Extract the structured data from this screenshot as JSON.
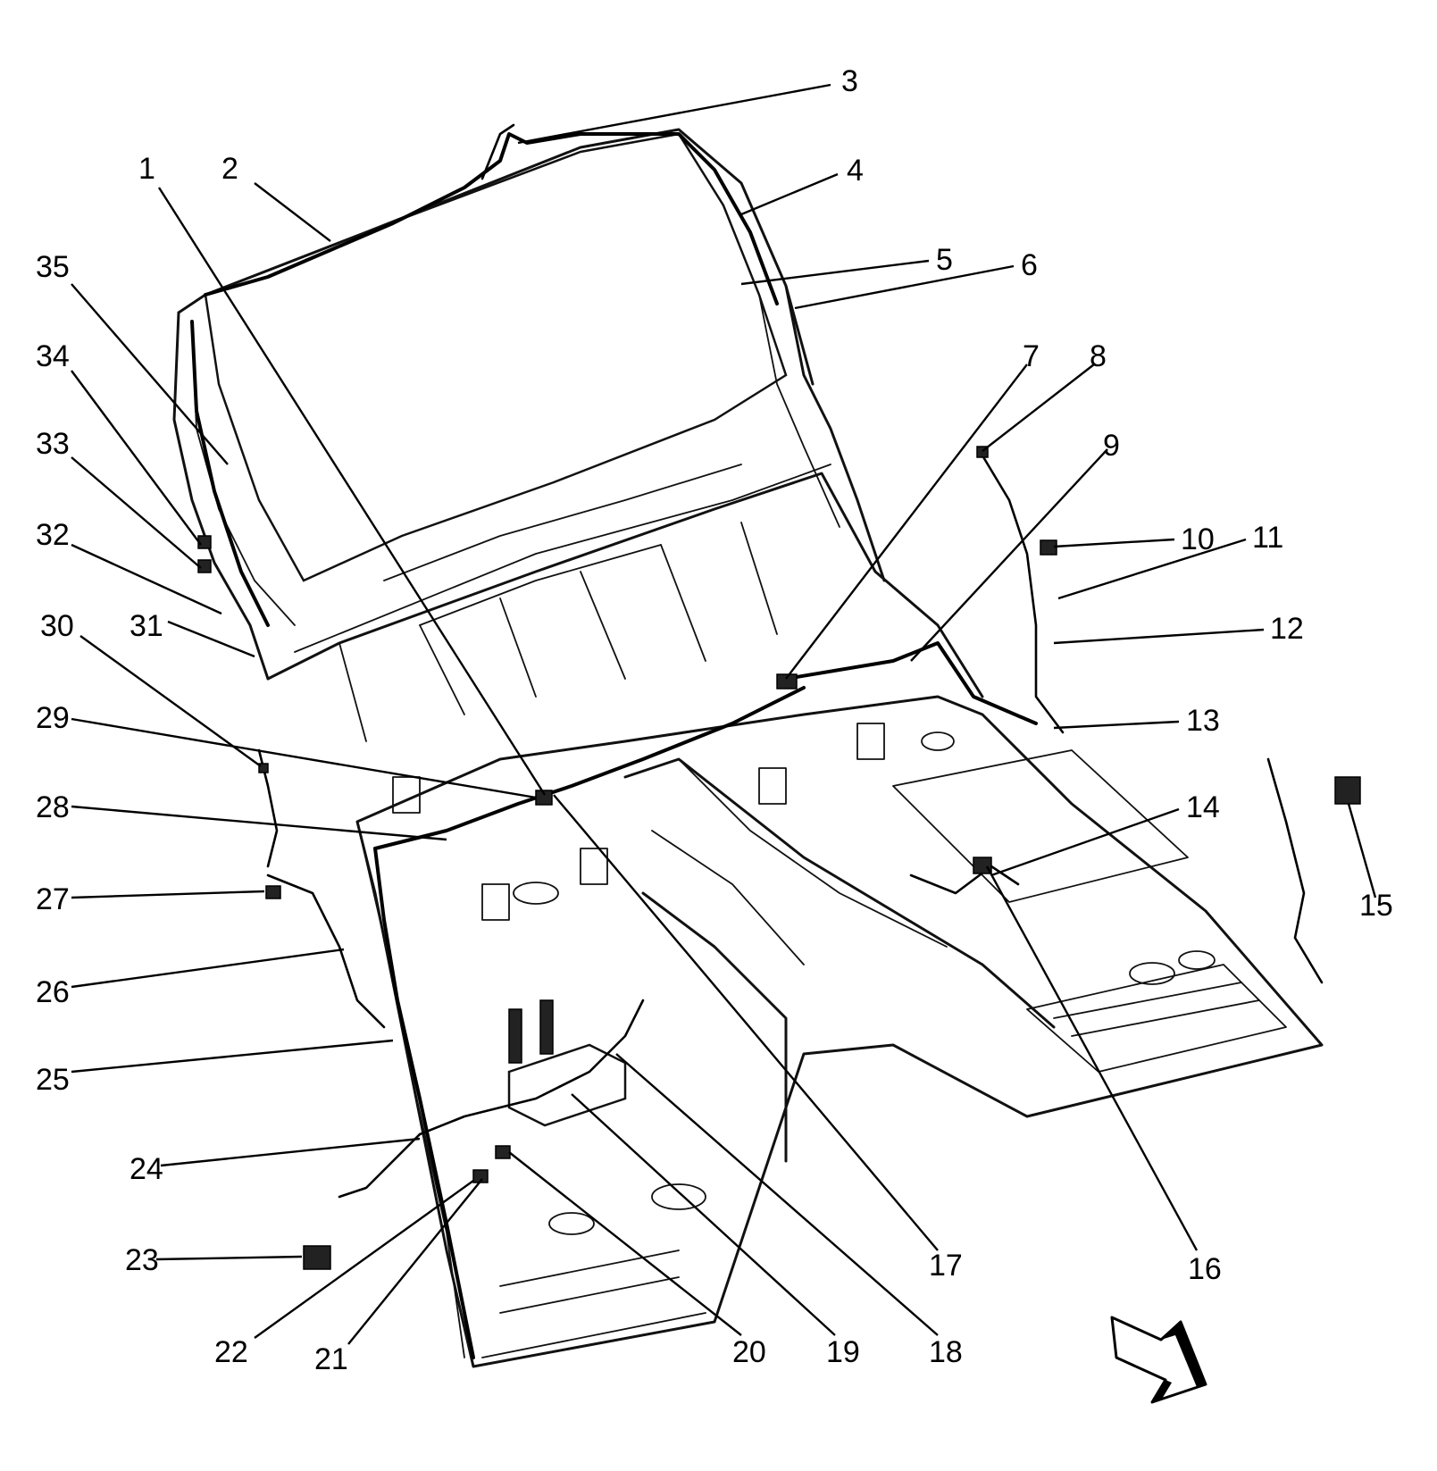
{
  "diagram": {
    "callouts": [
      "1",
      "2",
      "3",
      "4",
      "5",
      "6",
      "7",
      "8",
      "9",
      "10",
      "11",
      "12",
      "13",
      "14",
      "15",
      "16",
      "17",
      "18",
      "19",
      "20",
      "21",
      "22",
      "23",
      "24",
      "25",
      "26",
      "27",
      "28",
      "29",
      "30",
      "31",
      "32",
      "33",
      "34",
      "35"
    ],
    "direction_icon": "front-arrow-icon"
  },
  "colors": {
    "ink": "#000000",
    "paper": "#ffffff"
  }
}
